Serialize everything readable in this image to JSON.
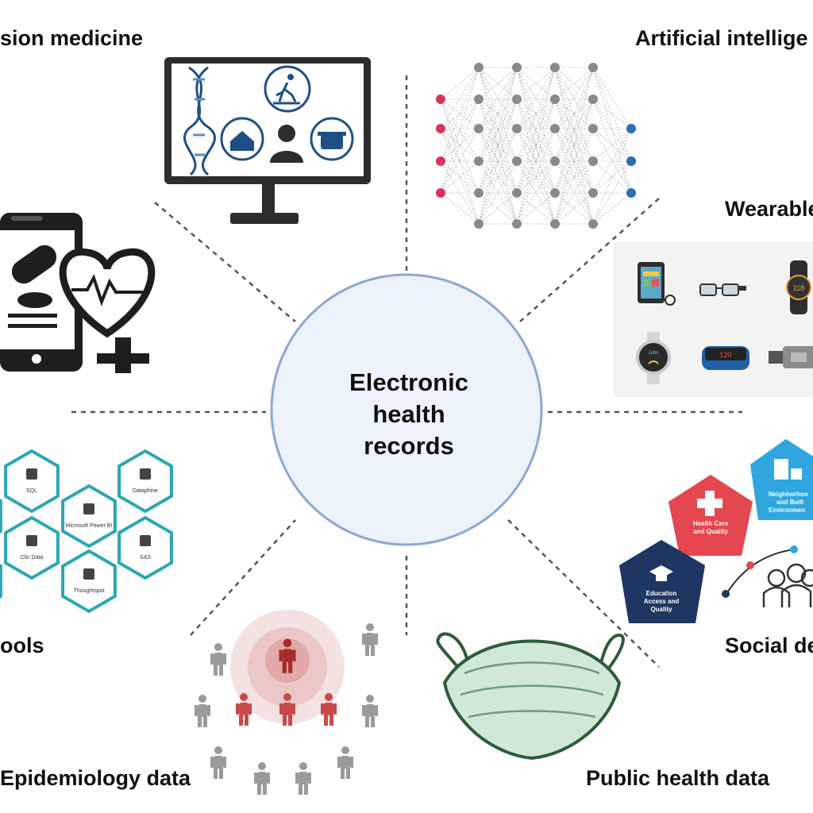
{
  "center": {
    "line1": "Electronic",
    "line2": "health",
    "line3": "records"
  },
  "labels": {
    "precision_medicine": "sion medicine",
    "artificial_intelligence": "Artificial intellige",
    "wearables": "Wearable",
    "tools": "ools",
    "social_determinants": "Social de",
    "epidemiology": "Epidemiology data",
    "public_health": "Public health data"
  },
  "tools_hexes": [
    "SQL",
    "Dataphine",
    "Microsoft Power BI",
    "Clic Data",
    "SAS",
    "Thoughtspot"
  ],
  "sdoh": {
    "health_care_line1": "Health Care",
    "health_care_line2": "and Quality",
    "neighborhood_line1": "Neighborhoo",
    "neighborhood_line2": "and Built",
    "neighborhood_line3": "Environmen",
    "education_line1": "Education",
    "education_line2": "Access and",
    "education_line3": "Quality"
  },
  "wearables_text": {
    "watch_reading": "118",
    "band_reading": "120",
    "watch_name": "John"
  },
  "colors": {
    "circle_fill": "#edf3fa",
    "circle_stroke": "#8ea7d3",
    "hex_stroke": "#2aa7b3",
    "nn_input": "#d6365a",
    "nn_hidden": "#8a8a8a",
    "nn_output": "#2a6fb3",
    "sdoh_red": "#e4474f",
    "sdoh_blue": "#2fa6de",
    "sdoh_navy": "#1f3663",
    "mask_fill": "#cfe8d8",
    "person_red": "#c64b4b",
    "person_gray": "#9a9a9a"
  }
}
